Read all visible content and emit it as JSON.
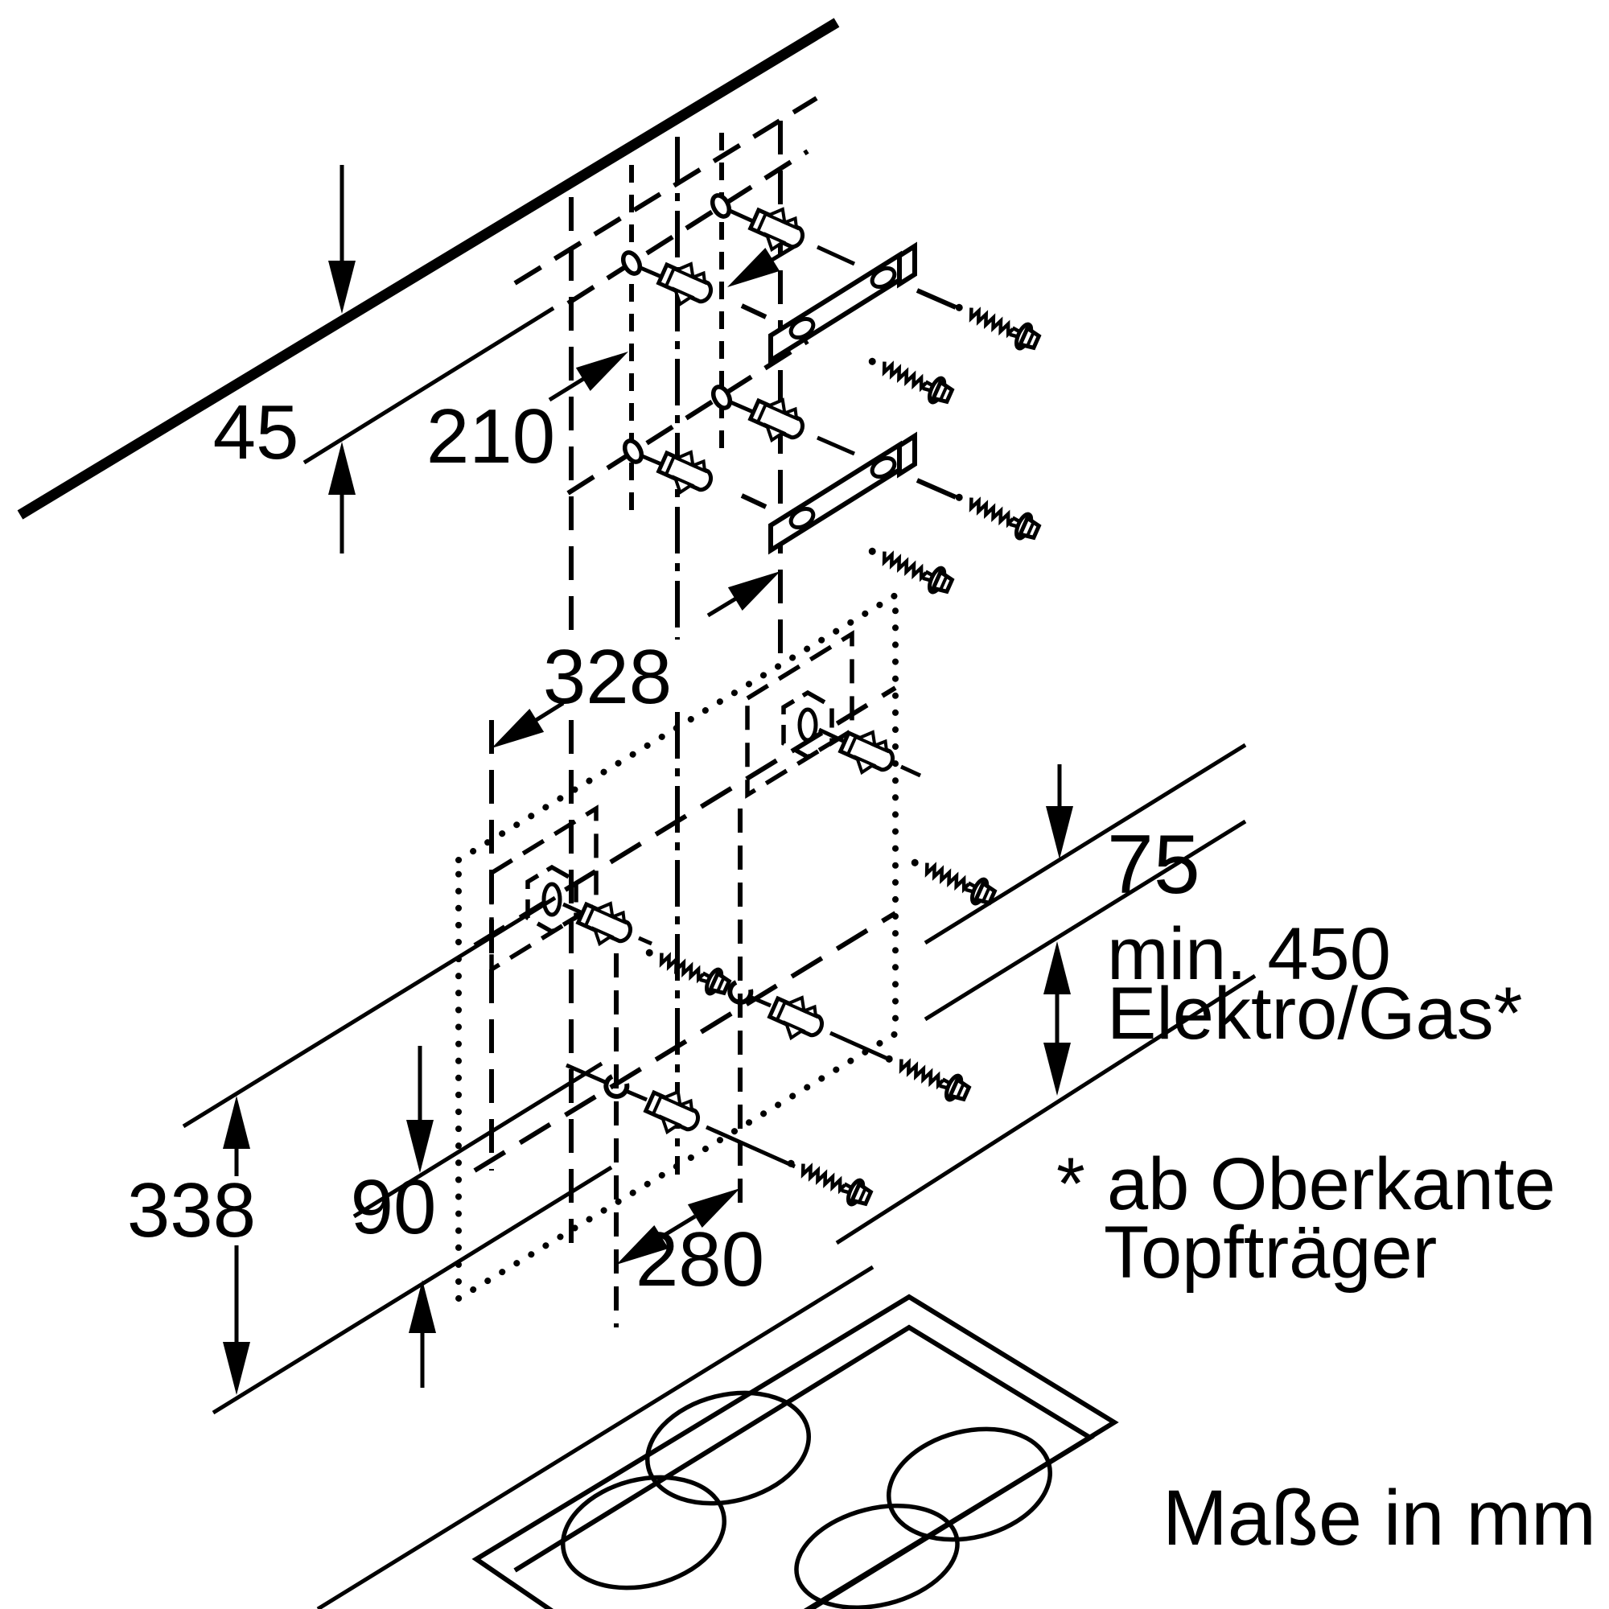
{
  "diagram": {
    "type": "installation-drawing",
    "subject": "wall-mounted chimney hood mounting dimensions above a cooktop",
    "background_color": "#ffffff",
    "line_color": "#000000",
    "units_note": "Maße in mm",
    "dimensions": {
      "d45": "45",
      "d210": "210",
      "d328": "328",
      "d75": "75",
      "min450_line1": "min. 450",
      "min450_line2": "Elektro/Gas*",
      "d338": "338",
      "d90": "90",
      "d280": "280"
    },
    "footnote": {
      "star": "*",
      "line1": "ab Oberkante",
      "line2": "Topfträger"
    },
    "parts": {
      "ceiling_line": "ceiling",
      "wall_plugs": 8,
      "screws": 8,
      "mounting_brackets": 2,
      "drill_holes": 4,
      "keyhole_slots": 2,
      "hood_outline": "dotted",
      "chimney_outline": "dashed",
      "cooktop_burners": 4
    }
  }
}
